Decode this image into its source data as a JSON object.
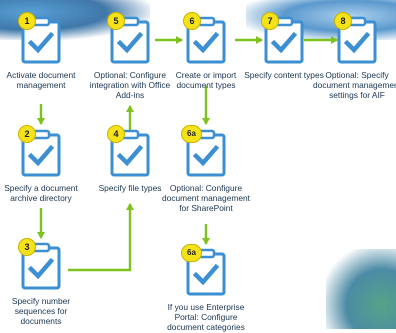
{
  "steps": [
    {
      "id": "s1",
      "number": "1",
      "label": "Activate document management"
    },
    {
      "id": "s2",
      "number": "2",
      "label": "Specify a document archive directory"
    },
    {
      "id": "s3",
      "number": "3",
      "label": "Specify number sequences for documents"
    },
    {
      "id": "s4",
      "number": "4",
      "label": "Specify file types"
    },
    {
      "id": "s5",
      "number": "5",
      "label": "Optional: Configure integration with Office Add-ins"
    },
    {
      "id": "s6",
      "number": "6",
      "label": "Create or import document types"
    },
    {
      "id": "s7",
      "number": "7",
      "label": "Specify content types"
    },
    {
      "id": "s8",
      "number": "8",
      "label": "Optional: Specify document management settings for AIF"
    },
    {
      "id": "s6a",
      "number": "6a",
      "label": "Optional: Configure document management for SharePoint"
    },
    {
      "id": "s6b",
      "number": "6a",
      "label": "If you use Enterprise Portal: Configure document categories"
    }
  ],
  "colors": {
    "arrow": "#7dc21e",
    "badge": "#f6e218",
    "icon_border": "#3b8fd2",
    "icon_fill": "#ffffff",
    "check": "#3b8fd2",
    "label_text": "#1a3550"
  },
  "icon": "clipboard-check-icon"
}
